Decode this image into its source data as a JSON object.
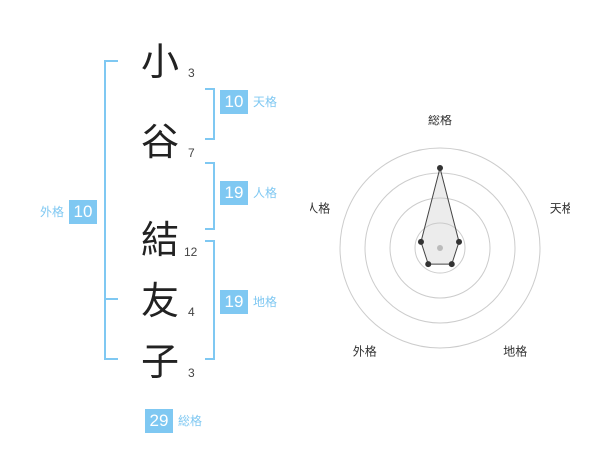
{
  "name": {
    "chars": [
      {
        "char": "小",
        "strokes": "3"
      },
      {
        "char": "谷",
        "strokes": "7"
      },
      {
        "char": "結",
        "strokes": "12"
      },
      {
        "char": "友",
        "strokes": "4"
      },
      {
        "char": "子",
        "strokes": "3"
      }
    ]
  },
  "fortune": {
    "tenkaku": {
      "value": "10",
      "label": "天格"
    },
    "jinkaku": {
      "value": "19",
      "label": "人格"
    },
    "chikaku": {
      "value": "19",
      "label": "地格"
    },
    "gaikaku": {
      "value": "10",
      "label": "外格"
    },
    "soukaku": {
      "value": "29",
      "label": "総格"
    }
  },
  "colors": {
    "accent": "#7fc8f2"
  },
  "chart_data": {
    "type": "radar",
    "axes": [
      "総格",
      "天格",
      "地格",
      "外格",
      "人格"
    ],
    "values": [
      4,
      1,
      1,
      1,
      1
    ],
    "rmax": 5,
    "rings": 4
  }
}
